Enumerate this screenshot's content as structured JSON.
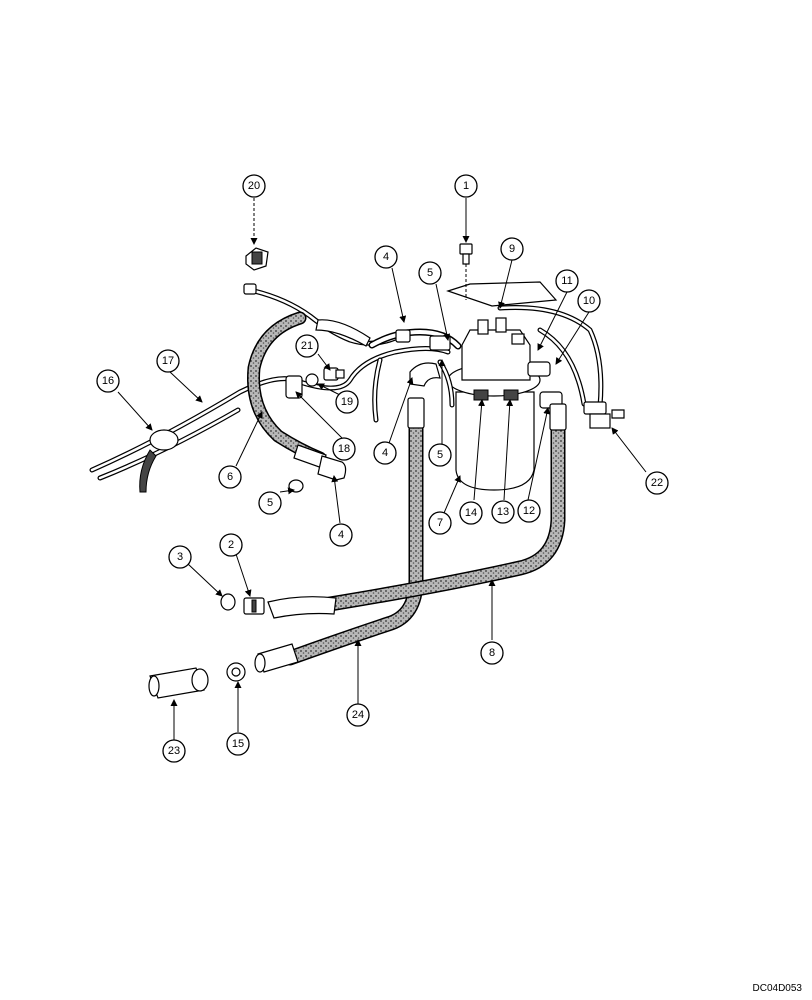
{
  "drawing_code": "DC04D053",
  "callout_labels": [
    "1",
    "2",
    "3",
    "4",
    "5",
    "6",
    "7",
    "8",
    "9",
    "10",
    "11",
    "12",
    "13",
    "14",
    "15",
    "16",
    "17",
    "18",
    "19",
    "20",
    "21",
    "22",
    "23",
    "24"
  ],
  "colors": {
    "line": "#000000",
    "hose_fill": "#9a9a9a",
    "background": "#ffffff"
  }
}
